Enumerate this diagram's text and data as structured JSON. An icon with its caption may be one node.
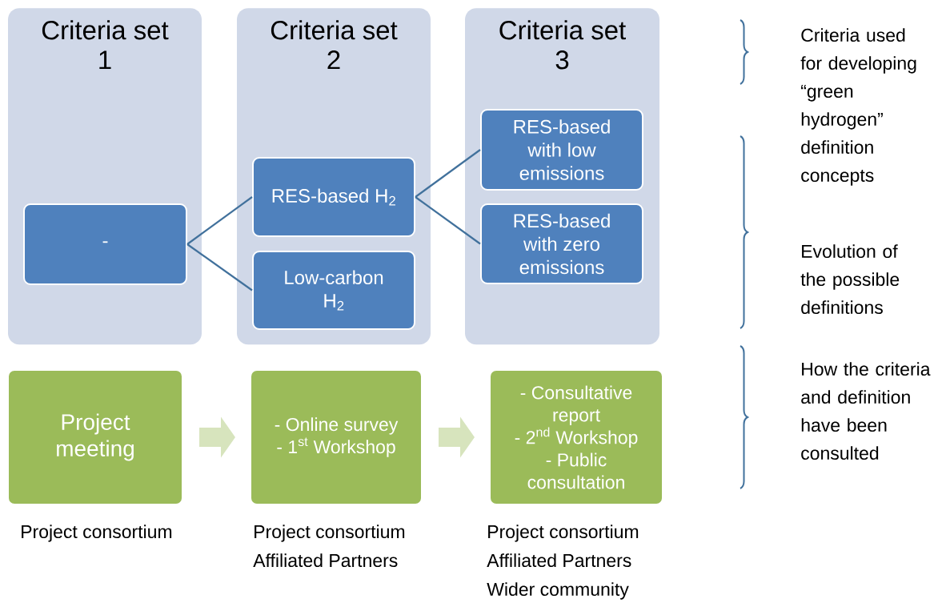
{
  "diagram": {
    "nodes": [
      {
        "text": [
          "Criteria set 1"
        ]
      },
      {
        "text": [
          "-"
        ],
        "in": 0
      },
      {
        "text": [
          "Criteria set 2"
        ]
      },
      {
        "text": [
          "RES-based H$_{2}$"
        ],
        "in": 2
      },
      {
        "text": [
          "Low-carbon H$_{2}$"
        ],
        "in": 2
      },
      {
        "text": [
          "Criteria set 3"
        ]
      },
      {
        "text": [
          "RES-based with low emissions"
        ],
        "in": 5
      },
      {
        "text": [
          "RES-based with zero emissions"
        ],
        "in": 5
      },
      {
        "text": [
          "Project meeting"
        ],
        "beside": [
          "Project consortium"
        ]
      },
      {
        "text": [
          "- Online survey",
          "- 1$^{st}$ Workshop"
        ],
        "beside": [
          "Project consortium",
          "Affiliated Partners"
        ]
      },
      {
        "text": [
          "- Consultative report",
          "- 2$^{nd}$ Workshop",
          "- Public consultation"
        ],
        "beside": [
          "Project consortium",
          "Affiliated Partners",
          "Wider community"
        ]
      }
    ],
    "edges": [
      {
        "from": 1,
        "to": 3,
        "arrow": "none"
      },
      {
        "from": 1,
        "to": 4,
        "arrow": "none"
      },
      {
        "from": 3,
        "to": 6,
        "arrow": "none"
      },
      {
        "from": 3,
        "to": 7,
        "arrow": "none"
      },
      {
        "from": 8,
        "to": 9,
        "arrow": "to",
        "style": "thick",
        "color": "#d7e4bd"
      },
      {
        "from": 9,
        "to": 10,
        "arrow": "to",
        "style": "thick",
        "color": "#d7e4bd"
      }
    ],
    "labels": [
      "Criteria used for developing “green hydrogen” definition concepts",
      "Evolution of the possible definitions",
      "How the criteria and definition have been consulted"
    ]
  }
}
